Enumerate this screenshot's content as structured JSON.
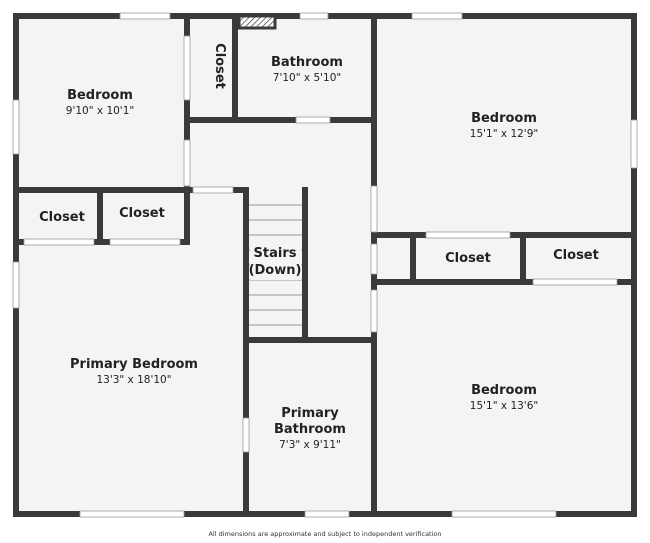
{
  "rooms": {
    "bedroom_nw": {
      "name": "Bedroom",
      "dims": "9'10\" x 10'1\""
    },
    "closet_top": {
      "name": "Closet"
    },
    "bathroom": {
      "name": "Bathroom",
      "dims": "7'10\" x 5'10\""
    },
    "bedroom_ne": {
      "name": "Bedroom",
      "dims": "15'1\" x 12'9\""
    },
    "closet_left_a": {
      "name": "Closet"
    },
    "closet_left_b": {
      "name": "Closet"
    },
    "stairs": {
      "line1": "Stairs",
      "line2": "(Down)"
    },
    "closet_right_a": {
      "name": "Closet"
    },
    "closet_right_b": {
      "name": "Closet"
    },
    "primary_bedroom": {
      "name": "Primary Bedroom",
      "dims": "13'3\" x 18'10\""
    },
    "primary_bathroom": {
      "line1": "Primary",
      "line2": "Bathroom",
      "dims": "7'3\" x 9'11\""
    },
    "bedroom_se": {
      "name": "Bedroom",
      "dims": "15'1\" x 13'6\""
    }
  },
  "disclaimer": "All dimensions are approximate and subject to independent verification",
  "colors": {
    "wall": "#3a3a3a",
    "floor": "#f4f4f4",
    "opening": "#ffffff"
  }
}
